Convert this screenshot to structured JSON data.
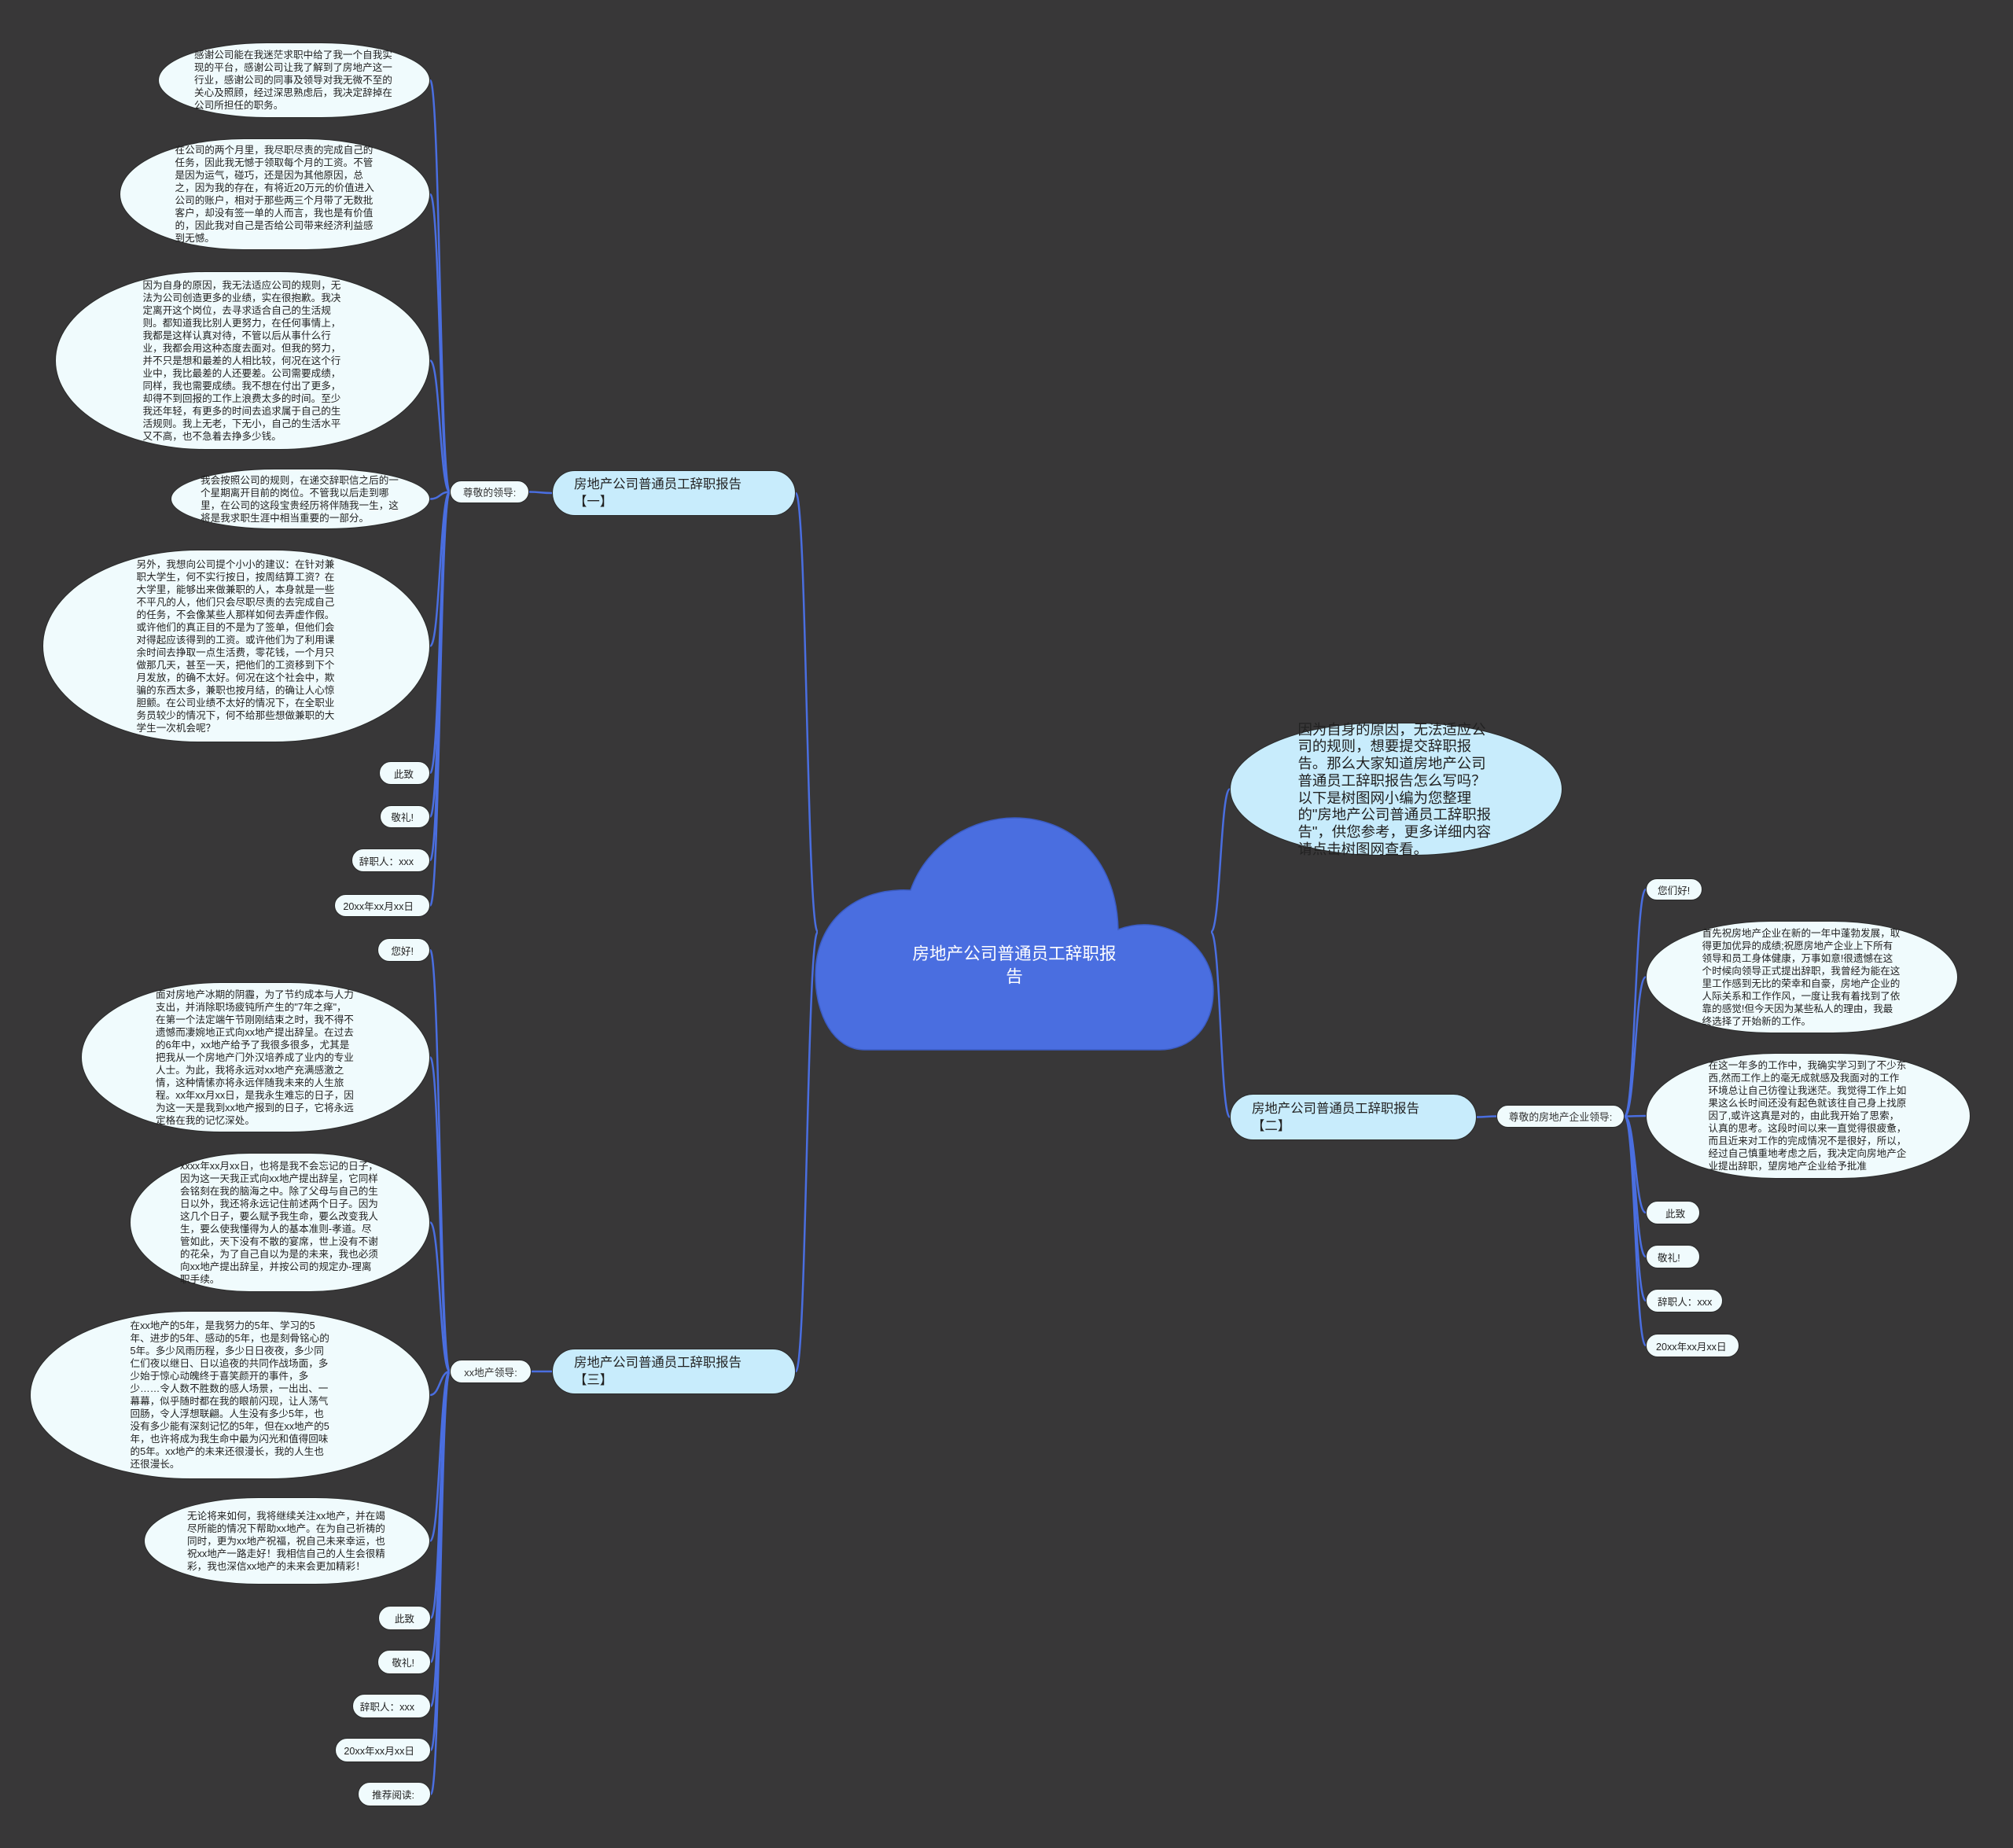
{
  "central_topic": "房地产公司普通员工辞职报告",
  "colors": {
    "background": "#383738",
    "cloud": "#4a6ee0",
    "branch_fill": "#c8ecfc",
    "leaf_fill": "#f0fbfd",
    "connector": "#4a6ee0"
  },
  "intro": "因为自身的原因，无法适应公司的规则，想要提交辞职报告。那么大家知道房地产公司普通员工辞职报告怎么写吗？以下是树图网小编为您整理的\"房地产公司普通员工辞职报告\"，供您参考，更多详细内容请点击树图网查看。",
  "branches": [
    {
      "title": "房地产公司普通员工辞职报告【一】",
      "salutation": "尊敬的领导:",
      "items": [
        "感谢公司能在我迷茫求职中给了我一个自我实现的平台，感谢公司让我了解到了房地产这一行业，感谢公司的同事及领导对我无微不至的关心及照顾，经过深思熟虑后，我决定辞掉在公司所担任的职务。",
        "在公司的两个月里，我尽职尽责的完成自己的任务，因此我无憾于领取每个月的工资。不管是因为运气，碰巧，还是因为其他原因，总之，因为我的存在，有将近20万元的价值进入公司的账户，相对于那些两三个月带了无数批客户，却没有签一单的人而言，我也是有价值的，因此我对自己是否给公司带来经济利益感到无憾。",
        "因为自身的原因，我无法适应公司的规则，无法为公司创造更多的业绩，实在很抱歉。我决定离开这个岗位，去寻求适合自己的生活规则。都知道我比别人更努力，在任何事情上，我都是这样认真对待，不管以后从事什么行业，我都会用这种态度去面对。但我的努力，并不只是想和最差的人相比较，何况在这个行业中，我比最差的人还要差。公司需要成绩，同样，我也需要成绩。我不想在付出了更多，却得不到回报的工作上浪费太多的时间。至少我还年轻，有更多的时间去追求属于自己的生活规则。我上无老，下无小，自己的生活水平又不高，也不急着去挣多少钱。",
        "我会按照公司的规则，在递交辞职信之后的一个星期离开目前的岗位。不管我以后走到哪里，在公司的这段宝贵经历将伴随我一生，这将是我求职生涯中相当重要的一部分。",
        "另外，我想向公司提个小小的建议：在针对兼职大学生，何不实行按日，按周结算工资？在大学里，能够出来做兼职的人，本身就是一些不平凡的人，他们只会尽职尽责的去完成自己的任务，不会像某些人那样如何去弄虚作假。或许他们的真正目的不是为了签单，但他们会对得起应该得到的工资。或许他们为了利用课余时间去挣取一点生活费，零花钱，一个月只做那几天，甚至一天，把他们的工资移到下个月发放，的确不太好。何况在这个社会中，欺骗的东西太多，兼职也按月结，的确让人心惊胆颤。在公司业绩不太好的情况下，在全职业务员较少的情况下，何不给那些想做兼职的大学生一次机会呢？",
        "此致",
        "敬礼!",
        "辞职人：xxx",
        "20xx年xx月xx日"
      ]
    },
    {
      "title": "房地产公司普通员工辞职报告【二】",
      "salutation": "尊敬的房地产企业领导:",
      "items": [
        "您们好!",
        "首先祝房地产企业在新的一年中蓬勃发展，取得更加优异的成绩;祝愿房地产企业上下所有领导和员工身体健康，万事如意!很遗憾在这个时候向领导正式提出辞职，我曾经为能在这里工作感到无比的荣幸和自豪，房地产企业的人际关系和工作作风，一度让我有着找到了依靠的感觉!但今天因为某些私人的理由，我最终选择了开始新的工作。",
        "在这一年多的工作中，我确实学习到了不少东西,然而工作上的毫无成就感及我面对的工作环境总让自己彷徨让我迷茫。我觉得工作上如果这么长时间还没有起色就该往自己身上找原因了,或许这真是对的，由此我开始了思索，认真的思考。这段时间以来一直觉得很疲惫，而且近来对工作的完成情况不是很好，所以，经过自己慎重地考虑之后，我决定向房地产企业提出辞职，望房地产企业给予批准",
        "此致",
        "敬礼!",
        "辞职人：xxx",
        "20xx年xx月xx日"
      ]
    },
    {
      "title": "房地产公司普通员工辞职报告【三】",
      "salutation": "xx地产领导:",
      "items": [
        "您好!",
        "面对房地产冰期的阴霾，为了节约成本与人力支出，并消除职场疲钝所产生的\"7年之痒\"，在第一个法定端午节刚刚结束之时，我不得不遗憾而凄婉地正式向xx地产提出辞呈。在过去的6年中，xx地产给予了我很多很多，尤其是把我从一个房地产门外汉培养成了业内的专业人士。为此，我将永远对xx地产充满感激之情，这种情愫亦将永远伴随我未来的人生旅程。xx年xx月xx日，是我永生难忘的日子，因为这一天是我到xx地产报到的日子，它将永远定格在我的记忆深处。",
        "xxxx年xx月xx日，也将是我不会忘记的日子，因为这一天我正式向xx地产提出辞呈，它同样会铭刻在我的脑海之中。除了父母与自己的生日以外，我还将永远记住前述两个日子。因为这几个日子，要么赋予我生命，要么改变我人生，要么使我懂得为人的基本准则-孝道。尽管如此，天下没有不散的宴席，世上没有不谢的花朵，为了自己自以为是的未来，我也必须向xx地产提出辞呈，并按公司的规定办-理离职手续。",
        "在xx地产的5年，是我努力的5年、学习的5年、进步的5年、感动的5年，也是刻骨铭心的5年。多少风雨历程，多少日日夜夜，多少同仁们夜以继日、日以追夜的共同作战场面，多少始于惊心动魄终于喜笑颜开的事件，多少……令人数不胜数的感人场景，一出出、一幕幕，似乎随时都在我的眼前闪现，让人荡气回肠，令人浮想联翩。人生没有多少5年，也没有多少能有深刻记忆的5年，但在xx地产的5年，也许将成为我生命中最为闪光和值得回味的5年。xx地产的未来还很漫长，我的人生也还很漫长。",
        "无论将来如何，我将继续关注xx地产，并在竭尽所能的情况下帮助xx地产。在为自己祈祷的同时，更为xx地产祝福，祝自己未来幸运，也祝xx地产一路走好！我相信自己的人生会很精彩，我也深信xx地产的未来会更加精彩！",
        "此致",
        "敬礼!",
        "辞职人：xxx",
        "20xx年xx月xx日",
        "推荐阅读:"
      ]
    }
  ]
}
